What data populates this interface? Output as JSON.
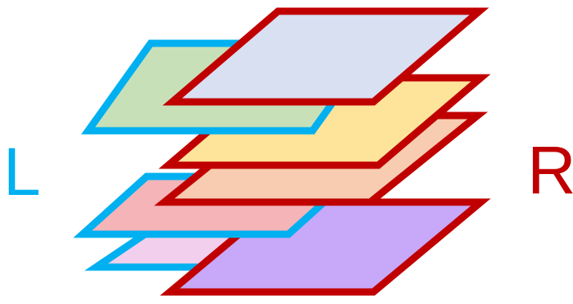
{
  "labels": {
    "left": "L",
    "right": "R"
  },
  "colors": {
    "left_stroke": "#00b0f0",
    "right_stroke": "#c00000",
    "left_text": "#00b0f0",
    "right_text": "#c00000"
  },
  "layers": [
    {
      "id": "left-bottom",
      "side": "left",
      "fill": "#f2cfec"
    },
    {
      "id": "right-bottom",
      "side": "right",
      "fill": "#c8a8f8"
    },
    {
      "id": "left-middle",
      "side": "left",
      "fill": "#f4b4b8"
    },
    {
      "id": "right-middle",
      "side": "right",
      "fill": "#f8ccb0"
    },
    {
      "id": "right-upper",
      "side": "right",
      "fill": "#fde49a"
    },
    {
      "id": "left-top",
      "side": "left",
      "fill": "#c8e0b8"
    },
    {
      "id": "right-top",
      "side": "right",
      "fill": "#d8e0f2"
    }
  ]
}
